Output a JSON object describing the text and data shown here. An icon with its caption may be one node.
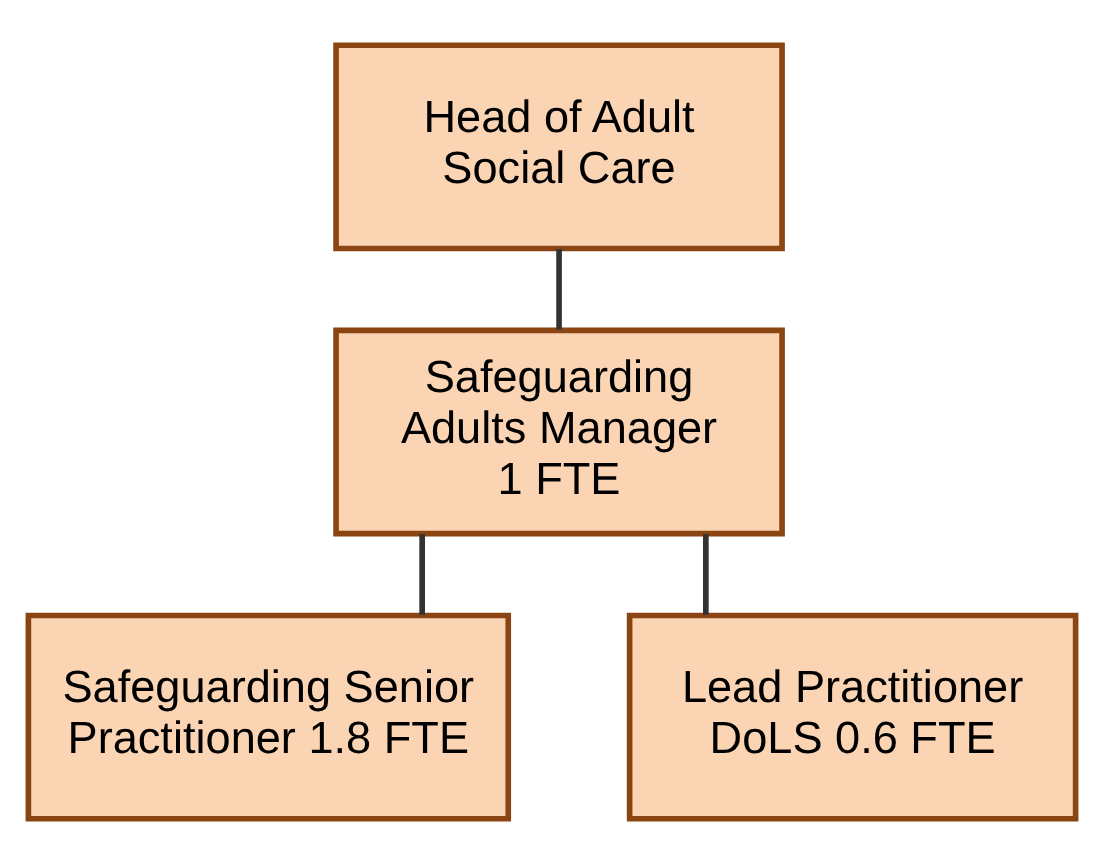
{
  "diagram": {
    "nodes": [
      {
        "text": [
          "Head of Adult Social Care"
        ]
      },
      {
        "text": [
          "Safeguarding Adults Manager 1 FTE"
        ]
      },
      {
        "text": [
          "Safeguarding Senior Practitioner 1.8 FTE"
        ]
      },
      {
        "text": [
          "Lead Practitioner DoLS 0.6 FTE"
        ]
      }
    ],
    "edges": [
      {
        "from": 0,
        "to": 1,
        "arrow": "none"
      },
      {
        "from": 1,
        "to": 2,
        "arrow": "none"
      },
      {
        "from": 1,
        "to": 3,
        "arrow": "none"
      }
    ]
  }
}
